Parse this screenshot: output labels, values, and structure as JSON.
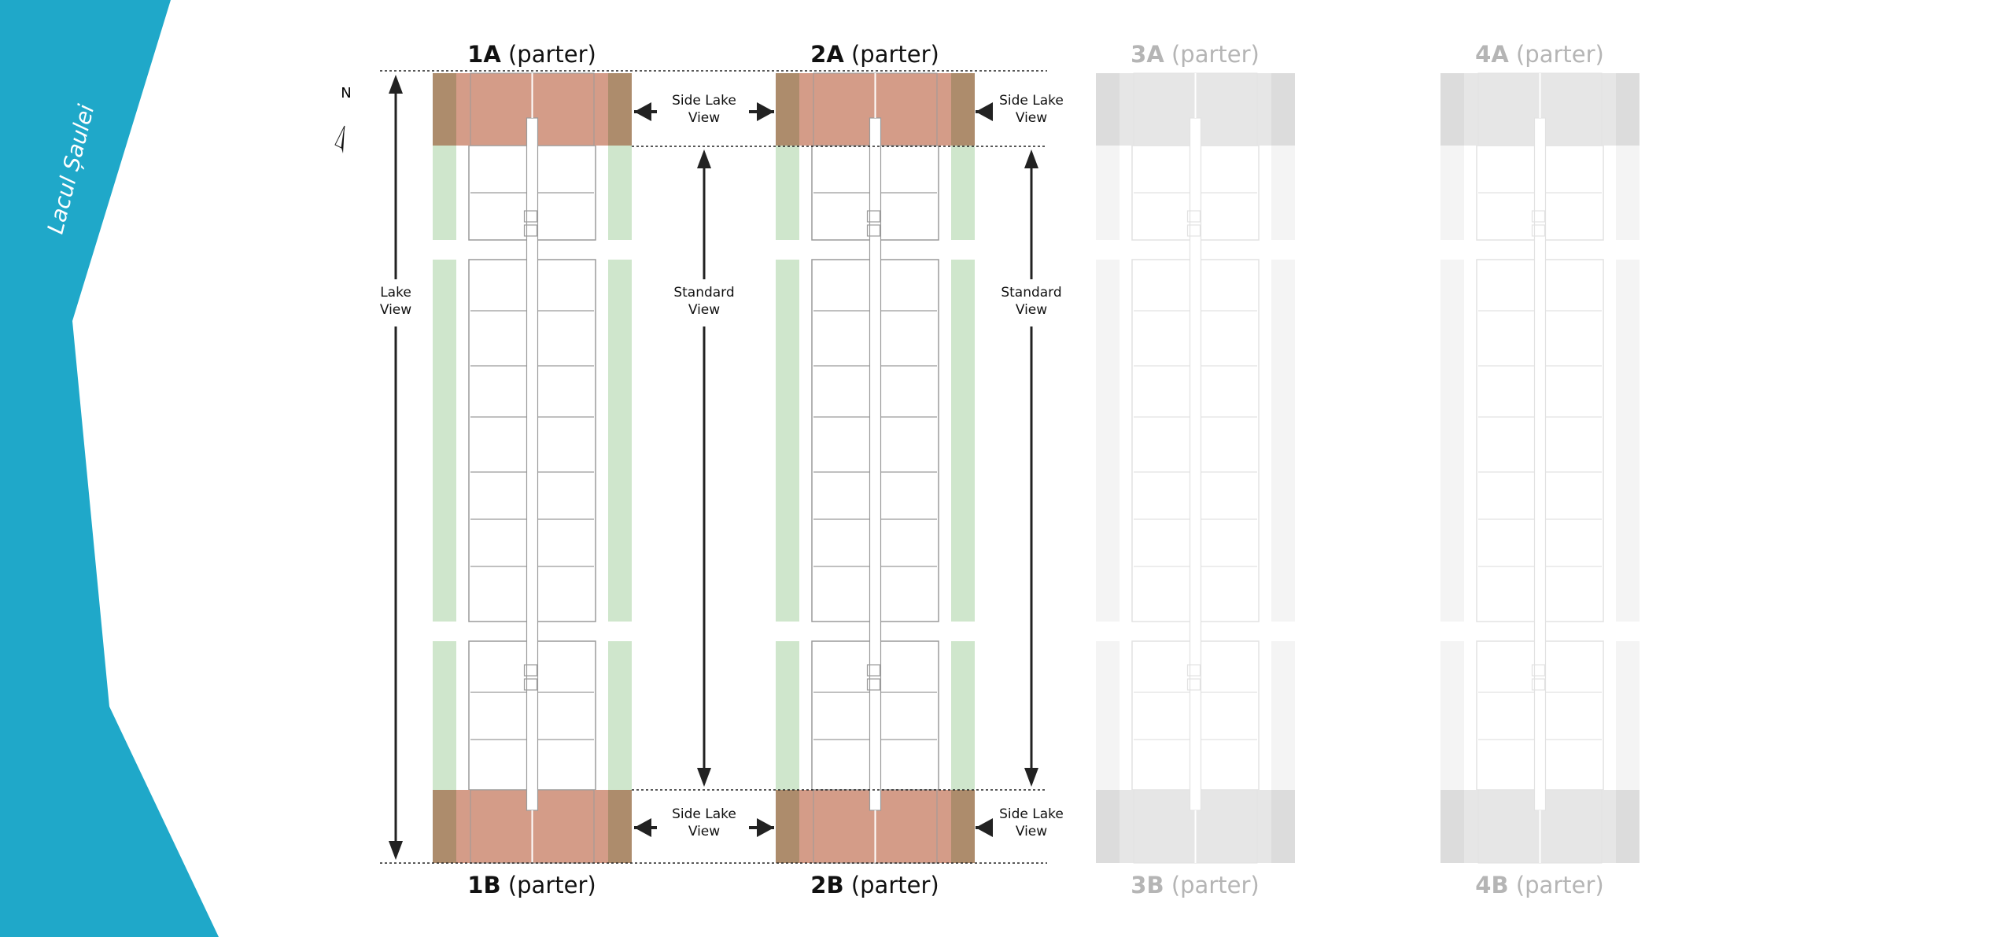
{
  "lake_label": "Lacul Șaulei",
  "north_label": "N",
  "buildings": [
    {
      "top": {
        "code": "1A",
        "suffix": " (parter)"
      },
      "bottom": {
        "code": "1B",
        "suffix": " (parter)"
      },
      "active": true
    },
    {
      "top": {
        "code": "2A",
        "suffix": " (parter)"
      },
      "bottom": {
        "code": "2B",
        "suffix": " (parter)"
      },
      "active": true
    },
    {
      "top": {
        "code": "3A",
        "suffix": " (parter)"
      },
      "bottom": {
        "code": "3B",
        "suffix": " (parter)"
      },
      "active": false
    },
    {
      "top": {
        "code": "4A",
        "suffix": " (parter)"
      },
      "bottom": {
        "code": "4B",
        "suffix": " (parter)"
      },
      "active": false
    }
  ],
  "annotations": {
    "lake_view": [
      "Lake",
      "View"
    ],
    "standard_view": [
      "Standard",
      "View"
    ],
    "side_lake_view": [
      "Side Lake",
      "View"
    ]
  },
  "colors": {
    "lake": "#1fa8c9",
    "side_lake_zone": "#d49c88",
    "lake_edge_zone": "#ad8c6c",
    "green": "#cfe6cc",
    "dim_band": "#e6e6e6",
    "dim_edge": "#dcdcdc",
    "dim_green": "#f4f4f4"
  }
}
